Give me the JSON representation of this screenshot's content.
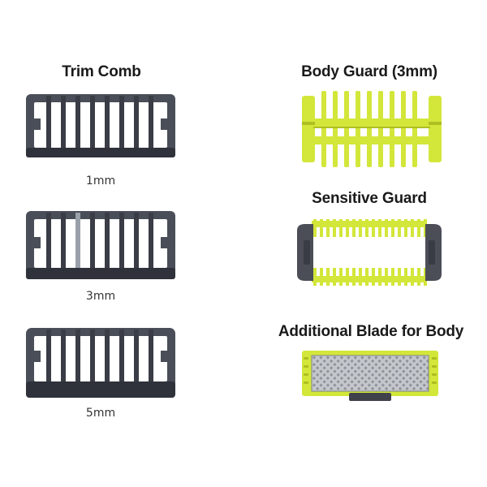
{
  "left_column": {
    "title": "Trim Comb",
    "items": [
      {
        "label": "1mm"
      },
      {
        "label": "3mm"
      },
      {
        "label": "5mm"
      }
    ]
  },
  "right_column": {
    "items": [
      {
        "title": "Body Guard (3mm)"
      },
      {
        "title": "Sensitive Guard"
      },
      {
        "title": "Additional Blade for Body"
      }
    ]
  },
  "colors": {
    "comb_frame": "#4a4e58",
    "comb_dark": "#2f323a",
    "lime": "#d3e63a",
    "lime_dark": "#aebf22",
    "guard_end": "#4b4d57",
    "blade_mesh": "#b9bcc2"
  }
}
